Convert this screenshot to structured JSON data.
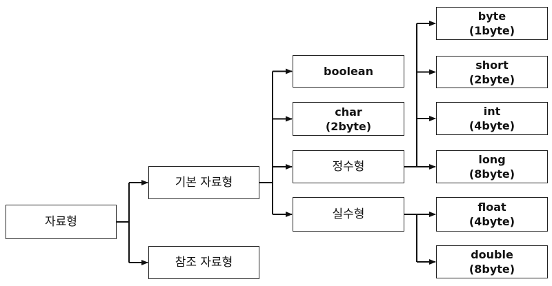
{
  "nodes": {
    "root": {
      "label": "자료형"
    },
    "basic": {
      "label": "기본 자료형"
    },
    "reference": {
      "label": "참조 자료형"
    },
    "boolean": {
      "label": "boolean"
    },
    "char": {
      "label": "char",
      "size": "(2byte)"
    },
    "integer": {
      "label": "정수형"
    },
    "real": {
      "label": "실수형"
    },
    "byte": {
      "label": "byte",
      "size": "(1byte)"
    },
    "short": {
      "label": "short",
      "size": "(2byte)"
    },
    "int": {
      "label": "int",
      "size": "(4byte)"
    },
    "long": {
      "label": "long",
      "size": "(8byte)"
    },
    "float": {
      "label": "float",
      "size": "(4byte)"
    },
    "double": {
      "label": "double",
      "size": "(8byte)"
    }
  },
  "edges": [
    {
      "from": "root",
      "to": "basic"
    },
    {
      "from": "root",
      "to": "reference"
    },
    {
      "from": "basic",
      "to": "boolean"
    },
    {
      "from": "basic",
      "to": "char"
    },
    {
      "from": "basic",
      "to": "integer"
    },
    {
      "from": "basic",
      "to": "real"
    },
    {
      "from": "integer",
      "to": "byte"
    },
    {
      "from": "integer",
      "to": "short"
    },
    {
      "from": "integer",
      "to": "int"
    },
    {
      "from": "integer",
      "to": "long"
    },
    {
      "from": "real",
      "to": "float"
    },
    {
      "from": "real",
      "to": "double"
    }
  ],
  "colors": {
    "line": "#111111",
    "box_border": "#222222",
    "background": "#ffffff"
  }
}
